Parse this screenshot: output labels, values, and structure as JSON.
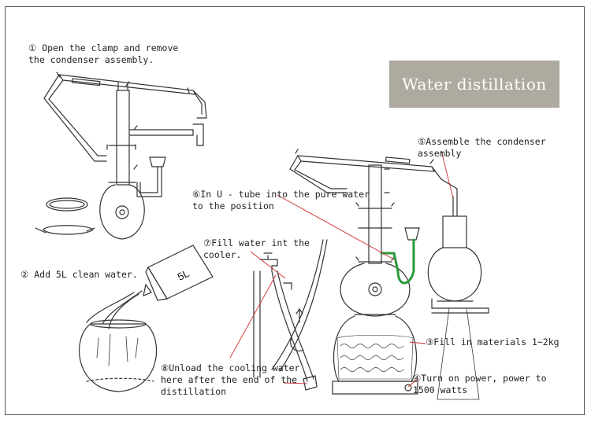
{
  "title": "Water distillation",
  "steps": {
    "s1": "① Open the clamp and remove\nthe condenser assembly.",
    "s2": "② Add 5L clean water.",
    "s3": "③Fill in materials 1~2kg",
    "s4": "④Turn on power, power to\n1500 watts",
    "s5": "⑤Assemble the condenser\nassembly",
    "s6": "⑥In U - tube into the pure water\nto the position",
    "s7": "⑦Fill water int the\ncooler.",
    "s8": "⑧Unload the cooling water\nhere after the end of the\ndistillation"
  },
  "jug_label": "5L",
  "colors": {
    "title_bg": "#aeaaa0",
    "tube_green": "#2a9a3a",
    "pointer_red": "#d03030",
    "line": "#333333"
  }
}
